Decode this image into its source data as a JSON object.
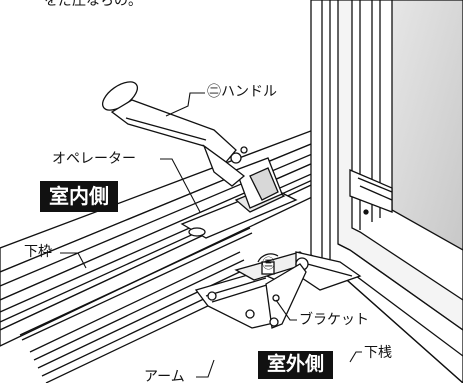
{
  "labels": {
    "top_partial": "をだ圧ならの。",
    "handle": "㊁ハンドル",
    "operator": "オペレーター",
    "indoor_side": "室内側",
    "frame": "下枠",
    "bracket": "ブラケット",
    "sill": "下桟",
    "arm": "アーム",
    "outdoor_side": "室外側",
    "part_marker": "㊂"
  },
  "colors": {
    "line": "#111111",
    "tag_bg": "#111111",
    "tag_text": "#ffffff",
    "glass": "#d8d8d8",
    "background": "#ffffff"
  }
}
